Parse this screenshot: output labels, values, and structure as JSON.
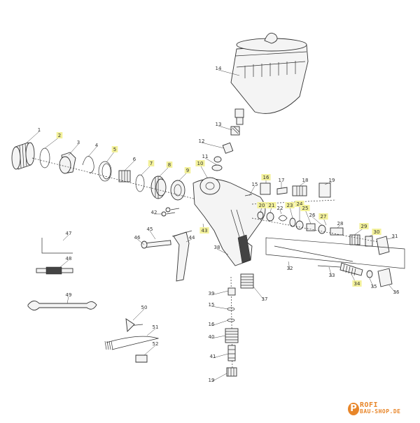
{
  "diagram": {
    "labels": [
      {
        "id": "1",
        "text": "1",
        "highlight": false
      },
      {
        "id": "2",
        "text": "2",
        "highlight": true
      },
      {
        "id": "3",
        "text": "3",
        "highlight": false
      },
      {
        "id": "4",
        "text": "4",
        "highlight": false
      },
      {
        "id": "5",
        "text": "5",
        "highlight": true
      },
      {
        "id": "6",
        "text": "6",
        "highlight": false
      },
      {
        "id": "7",
        "text": "7",
        "highlight": true
      },
      {
        "id": "8",
        "text": "8",
        "highlight": true
      },
      {
        "id": "9",
        "text": "9",
        "highlight": true
      },
      {
        "id": "10",
        "text": "10",
        "highlight": true
      },
      {
        "id": "11",
        "text": "11",
        "highlight": false
      },
      {
        "id": "12",
        "text": "12",
        "highlight": false
      },
      {
        "id": "13",
        "text": "13",
        "highlight": false
      },
      {
        "id": "14",
        "text": "14",
        "highlight": false
      },
      {
        "id": "15",
        "text": "15",
        "highlight": false
      },
      {
        "id": "16",
        "text": "16",
        "highlight": true
      },
      {
        "id": "17",
        "text": "17",
        "highlight": false
      },
      {
        "id": "18",
        "text": "18",
        "highlight": false
      },
      {
        "id": "19",
        "text": "19",
        "highlight": false
      },
      {
        "id": "20",
        "text": "20",
        "highlight": true
      },
      {
        "id": "21",
        "text": "21",
        "highlight": true
      },
      {
        "id": "22",
        "text": "22",
        "highlight": false
      },
      {
        "id": "23",
        "text": "23",
        "highlight": true
      },
      {
        "id": "24",
        "text": "24",
        "highlight": true
      },
      {
        "id": "25",
        "text": "25",
        "highlight": true
      },
      {
        "id": "26",
        "text": "26",
        "highlight": false
      },
      {
        "id": "27",
        "text": "27",
        "highlight": true
      },
      {
        "id": "28",
        "text": "28",
        "highlight": false
      },
      {
        "id": "29",
        "text": "29",
        "highlight": true
      },
      {
        "id": "30",
        "text": "30",
        "highlight": true
      },
      {
        "id": "31",
        "text": "31",
        "highlight": false
      },
      {
        "id": "32",
        "text": "32",
        "highlight": false
      },
      {
        "id": "33",
        "text": "33",
        "highlight": false
      },
      {
        "id": "34",
        "text": "34",
        "highlight": true
      },
      {
        "id": "35",
        "text": "35",
        "highlight": false
      },
      {
        "id": "36",
        "text": "36",
        "highlight": false
      },
      {
        "id": "37",
        "text": "37",
        "highlight": false
      },
      {
        "id": "38",
        "text": "38",
        "highlight": false
      },
      {
        "id": "39",
        "text": "39",
        "highlight": false
      },
      {
        "id": "40",
        "text": "40",
        "highlight": false
      },
      {
        "id": "41",
        "text": "41",
        "highlight": false
      },
      {
        "id": "42",
        "text": "42",
        "highlight": false
      },
      {
        "id": "43",
        "text": "43",
        "highlight": true
      },
      {
        "id": "44",
        "text": "44",
        "highlight": false
      },
      {
        "id": "45",
        "text": "45",
        "highlight": false
      },
      {
        "id": "46",
        "text": "46",
        "highlight": false
      },
      {
        "id": "47",
        "text": "47",
        "highlight": false
      },
      {
        "id": "48",
        "text": "48",
        "highlight": false
      },
      {
        "id": "49",
        "text": "49",
        "highlight": false
      },
      {
        "id": "50",
        "text": "50",
        "highlight": false
      },
      {
        "id": "51",
        "text": "51",
        "highlight": false
      },
      {
        "id": "52",
        "text": "52",
        "highlight": false
      },
      {
        "id": "15b",
        "text": "15",
        "highlight": false
      },
      {
        "id": "16b",
        "text": "16",
        "highlight": false
      },
      {
        "id": "19b",
        "text": "19",
        "highlight": false
      }
    ]
  },
  "colors": {
    "highlight": "#f3f19a",
    "line": "#333333",
    "logo_orange": "#e8862a"
  },
  "logo": {
    "initial": "P",
    "line1": "ROFI",
    "line2": "BAU-SHOP.DE"
  }
}
